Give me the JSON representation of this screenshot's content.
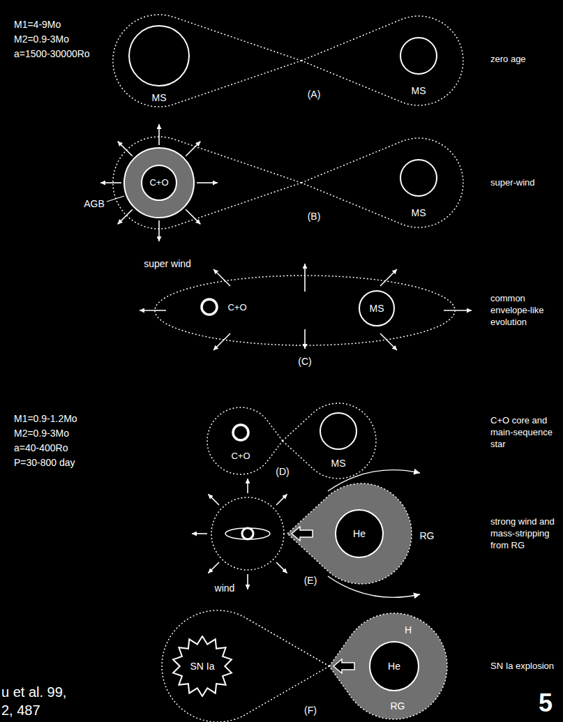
{
  "diagram": {
    "nodes": [
      {
        "text": [
          "C+O"
        ]
      },
      {
        "text": [
          "MS"
        ]
      },
      {
        "text": [
          "He"
        ]
      },
      {
        "text": [
          "SN Ia"
        ]
      },
      {
        "text": [
          "He"
        ]
      }
    ],
    "labels": [
      "M1=4-9Mo",
      "M2=0.9-3Mo",
      "a=1500-30000Ro",
      "MS",
      "MS",
      "(A)",
      "zero age",
      "MS",
      "AGB",
      "super wind",
      "(B)",
      "super-wind",
      "C+O",
      "(C)",
      "common envelope-like evolution",
      "M1=0.9-1.2Mo",
      "M2=0.9-3Mo",
      "a=40-400Ro",
      "P=30-800 day",
      "C+O",
      "MS",
      "(D)",
      "C+O core and main-sequence star",
      "wind",
      "RG",
      "(E)",
      "strong wind and mass-stripping from RG",
      "H",
      "RG",
      "(F)",
      "SN Ia explosion",
      "u et al. 99,",
      "2, 487",
      "5"
    ]
  }
}
